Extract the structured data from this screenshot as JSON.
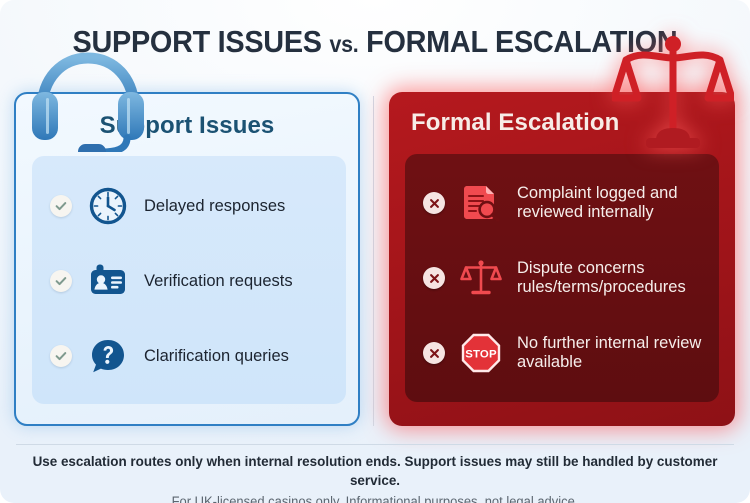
{
  "title": {
    "part1": "Support Issues",
    "vs": "vs.",
    "part2": "Formal Escalation"
  },
  "colors": {
    "title_text": "#25303f",
    "blue_accent": "#2f7fc4",
    "blue_heading": "#1b5273",
    "red_panel": "#a8161b",
    "red_inner": "#640e12",
    "red_icon": "#f0474c",
    "footer_text": "#222b36",
    "footer_subtext": "#5c6670"
  },
  "left_panel": {
    "heading": "Support Issues",
    "corner_icon": "headset-icon",
    "items": [
      {
        "mark": "check-icon",
        "icon": "clock-icon",
        "label": "Delayed responses"
      },
      {
        "mark": "check-icon",
        "icon": "id-card-icon",
        "label": "Verification requests"
      },
      {
        "mark": "check-icon",
        "icon": "question-bubble-icon",
        "label": "Clarification queries"
      }
    ]
  },
  "right_panel": {
    "heading": "Formal Escalation",
    "corner_icon": "scales-of-justice-icon",
    "items": [
      {
        "mark": "cross-icon",
        "icon": "document-search-icon",
        "label": "Complaint logged and reviewed internally"
      },
      {
        "mark": "cross-icon",
        "icon": "scales-icon",
        "label": "Dispute concerns rules/terms/procedures"
      },
      {
        "mark": "cross-icon",
        "icon": "stop-sign-icon",
        "label": "No further internal review available"
      }
    ]
  },
  "footer": {
    "line1": "Use escalation routes only when internal resolution ends. Support issues may still be handled by customer service.",
    "line2": "For UK-licensed casinos only. Informational purposes, not legal advice."
  }
}
